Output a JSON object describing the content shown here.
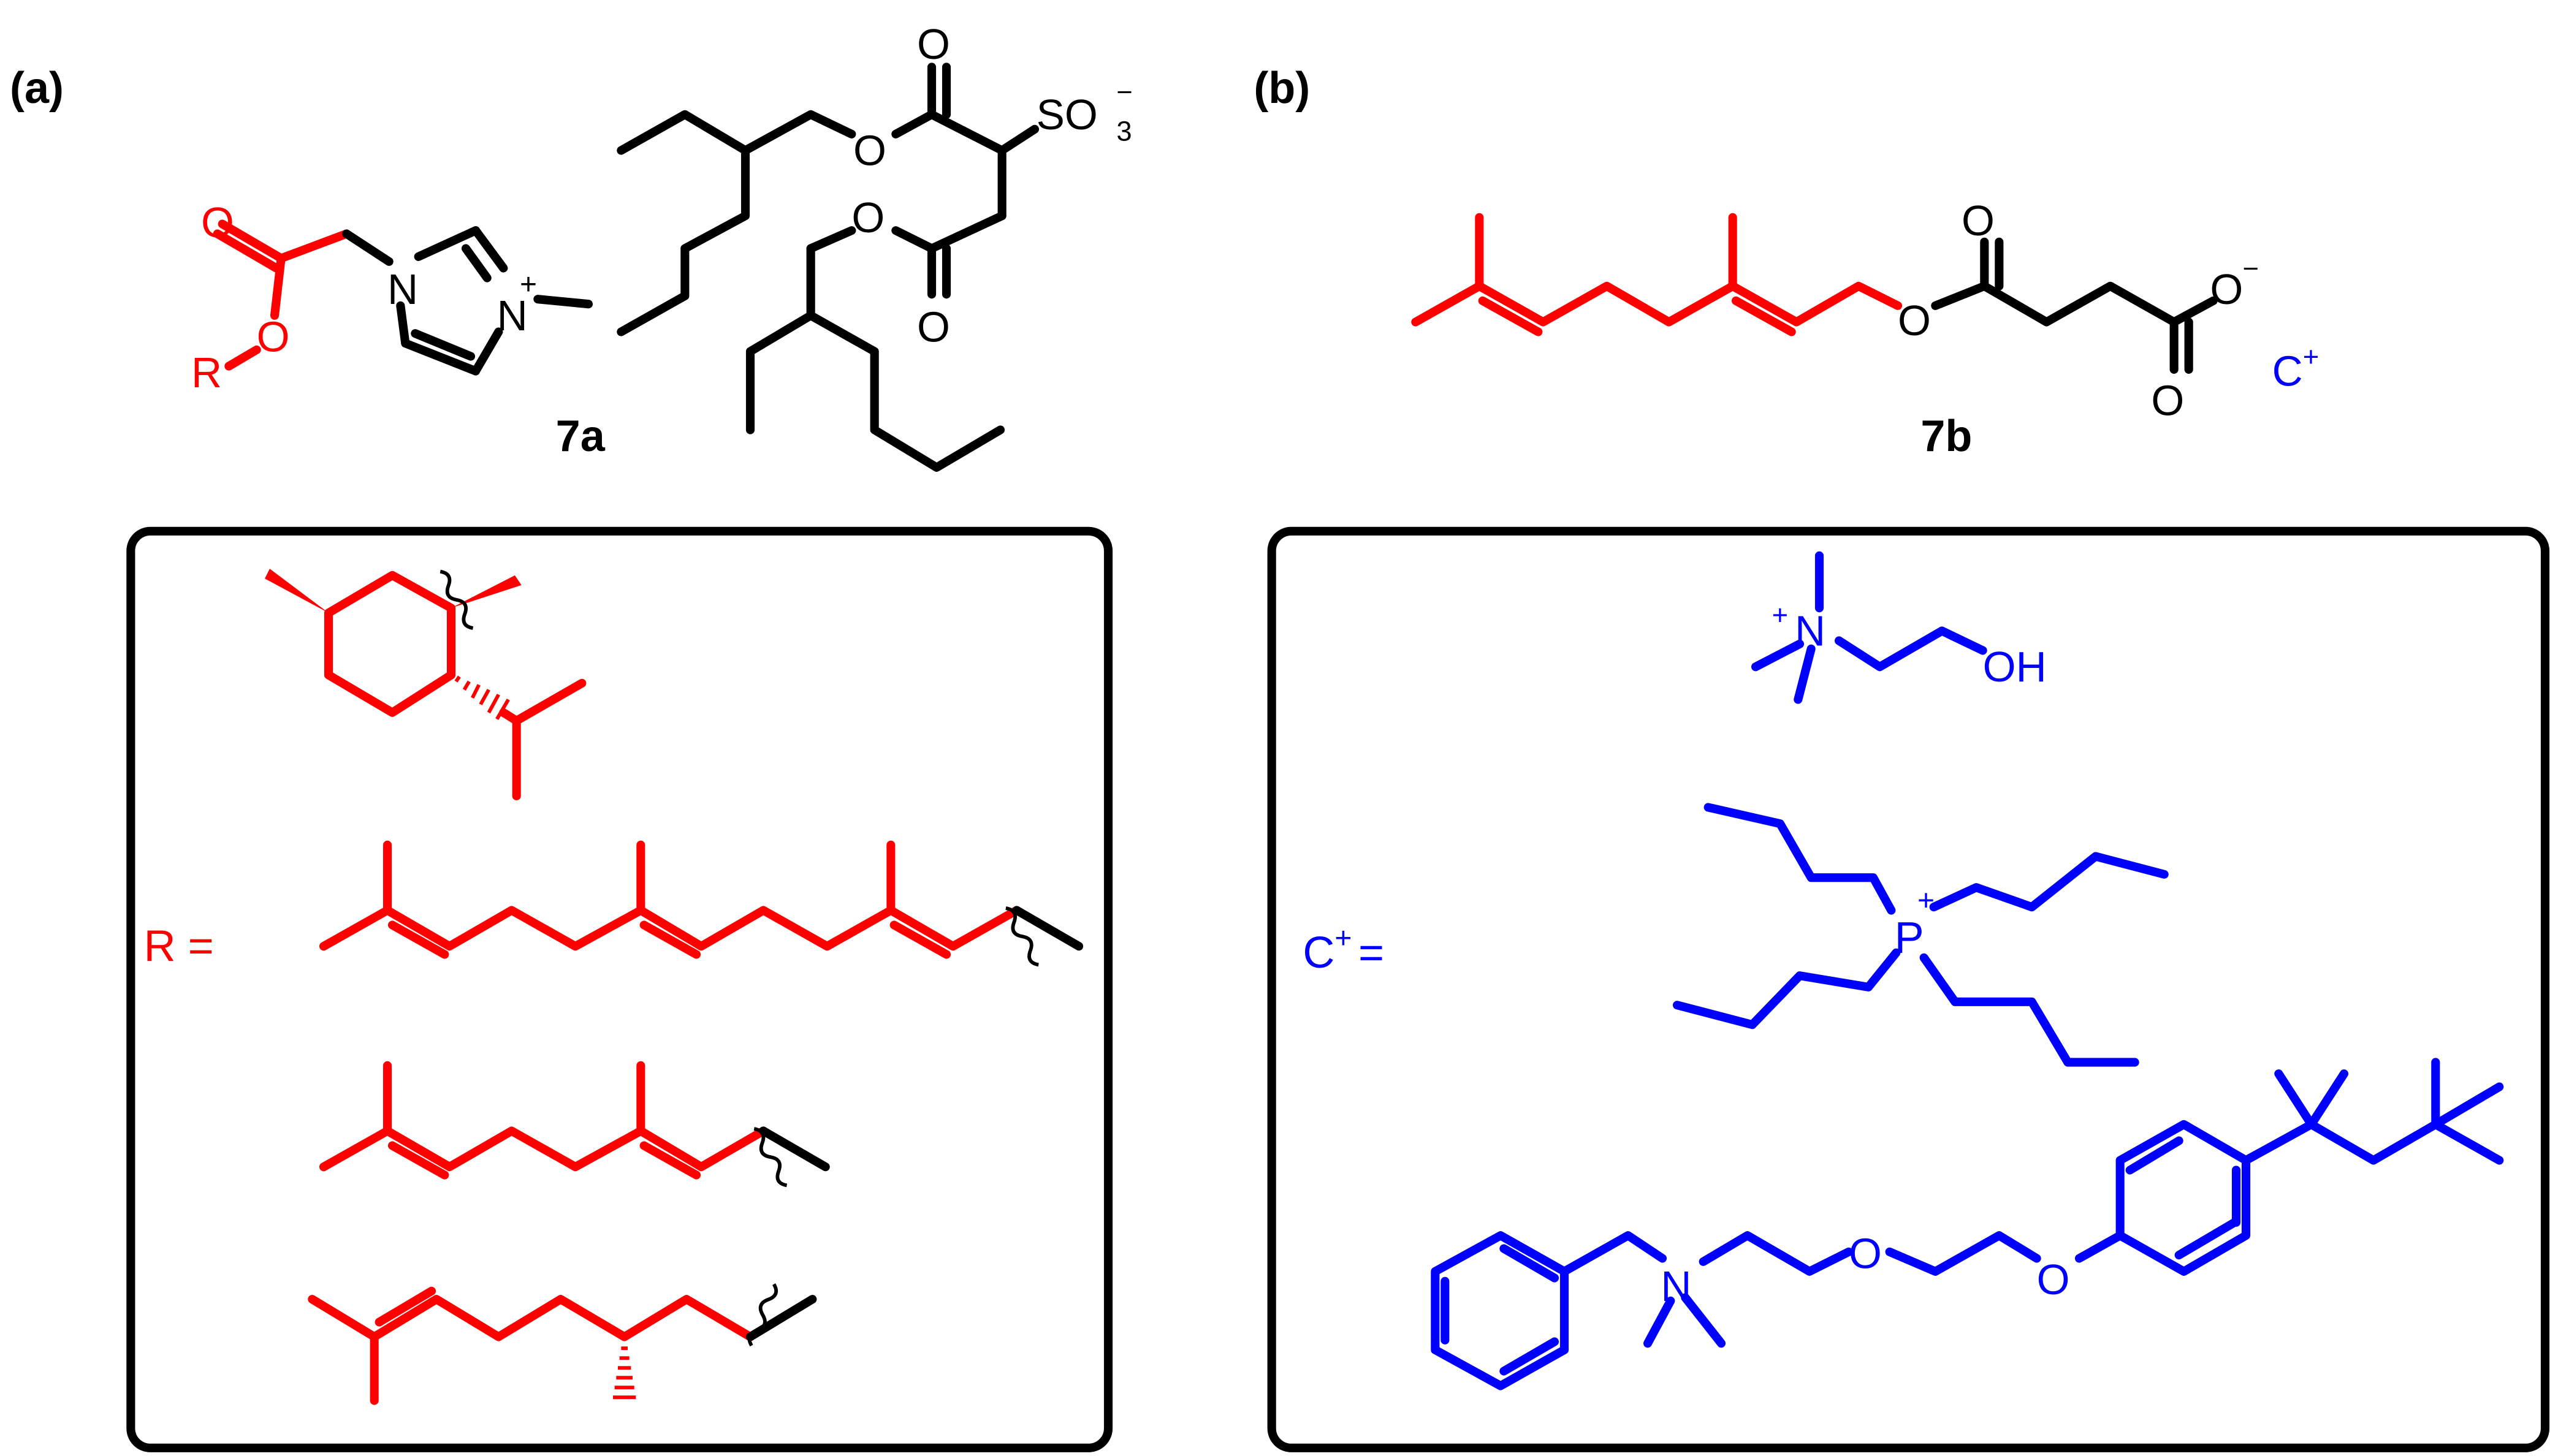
{
  "colors": {
    "ester_fragment": "#ff0000",
    "cation": "#0000ff",
    "core": "#000000",
    "background": "#ffffff"
  },
  "panel_a": {
    "label": "(a)",
    "compound_label": "7a",
    "r_group_label": "R =",
    "atoms": {
      "carbonyl_o": "O",
      "ester_o": "O",
      "r": "R",
      "n1": "N",
      "n3": "N",
      "plus": "+",
      "sulfonate_o_top": "O",
      "sulfonate_ester_o1": "O",
      "sulfonate_ester_o2": "O",
      "sulfonate_o_bottom": "O",
      "so3": "SO",
      "so3_sub": "3",
      "so3_sup": "−"
    }
  },
  "panel_b": {
    "label": "(b)",
    "compound_label": "7b",
    "cation_label": "C",
    "cation_sup": "+",
    "cation_eq": "=",
    "atoms": {
      "ester_o": "O",
      "carbonyl_o_top": "O",
      "carboxylate_o": "O",
      "carboxylate_sup": "−",
      "carboxylate_o_bottom": "O",
      "choline_n": "N",
      "choline_plus": "+",
      "choline_oh": "OH",
      "phosphonium_p": "P",
      "phosphonium_plus": "+",
      "benz_n": "N",
      "ether_o1": "O",
      "ether_o2": "O"
    }
  }
}
